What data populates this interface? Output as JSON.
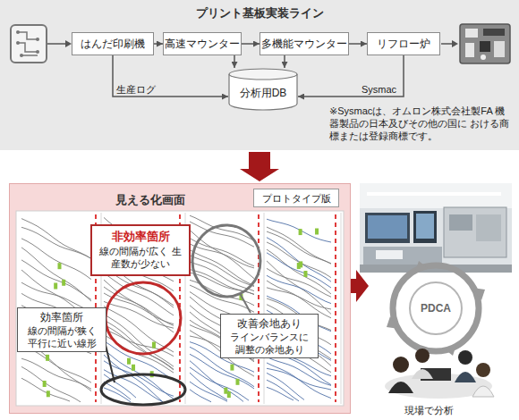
{
  "diagram": {
    "nodes": [
      {
        "text": [
          "プリント基板実装ライン"
        ]
      },
      {
        "text": [
          "はんだ印刷機"
        ],
        "in": 0
      },
      {
        "text": [
          "高速マウンター"
        ],
        "in": 0
      },
      {
        "text": [
          "多機能マウンター"
        ],
        "in": 0
      },
      {
        "text": [
          "リフロー炉"
        ],
        "in": 0
      },
      {
        "text": [
          "分析用DB"
        ],
        "in": 0
      },
      {
        "text": [
          "見える化画面"
        ]
      },
      {
        "text": [
          "プロトタイプ版"
        ],
        "in": 6
      },
      {
        "text": [
          "非効率箇所",
          "線の間隔が広く 生産数が少ない"
        ],
        "in": 6
      },
      {
        "text": [
          "効率箇所",
          "線の間隔が狭く 平行に近い線形"
        ],
        "in": 6
      },
      {
        "text": [
          "改善余地あり",
          "ラインバランスに 調整の余地あり"
        ],
        "in": 6
      },
      {
        "text": [
          "PDCA"
        ]
      }
    ],
    "edges": [
      {
        "from": 1,
        "to": 2,
        "arrow": "to"
      },
      {
        "from": 2,
        "to": 3,
        "arrow": "to"
      },
      {
        "from": 3,
        "to": 4,
        "arrow": "to"
      },
      {
        "from": 1,
        "to": 5,
        "label": "生産ログ",
        "arrow": "to"
      },
      {
        "from": 2,
        "to": 5,
        "arrow": "to"
      },
      {
        "from": 3,
        "to": 5,
        "arrow": "to"
      },
      {
        "from": 4,
        "to": 5,
        "label": "Sysmac",
        "arrow": "to"
      },
      {
        "from": 0,
        "to": 6,
        "arrow": "to"
      }
    ],
    "labels": [
      "※Sysmacは、オムロン株式会社製FA 機器製品の日本及びその他の国に おける商標または登録商標です。",
      "現場で分析"
    ]
  }
}
